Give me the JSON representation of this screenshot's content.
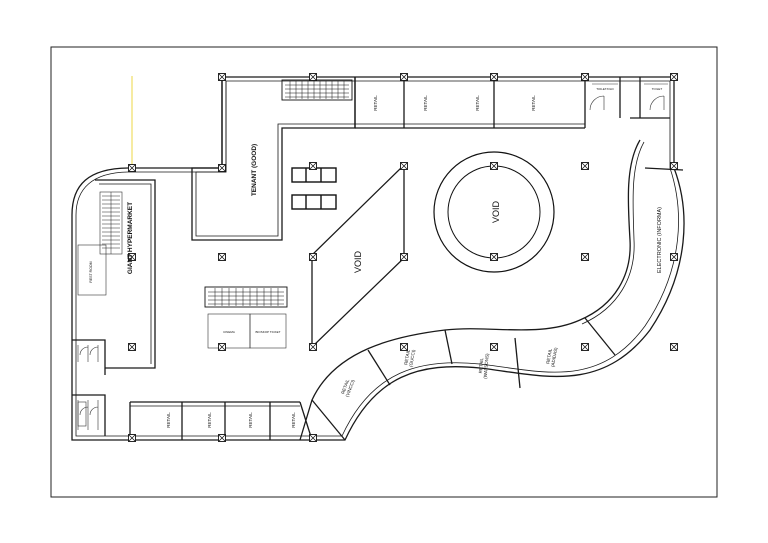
{
  "labels": {
    "tenant": "TENANT (GOOD)",
    "hypermarket": "GIANT HYPERMARKET",
    "rest_room": "REST ROOM",
    "void_center": "VOID",
    "void_left": "VOID",
    "electronic": "ELECTRONIC (INFORMA)",
    "top_retail_1": "RETAIL",
    "top_retail_2": "RETAIL",
    "top_retail_3": "RETAIL",
    "top_retail_4": "RETAIL",
    "toilet_1": "TOILET/OLD",
    "toilet_2": "TOILET",
    "bottom_retail_1": "RETAIL",
    "bottom_retail_2": "RETAIL",
    "bottom_retail_3": "RETAIL",
    "bottom_retail_4": "RETAIL",
    "retail_vincci": "RETAIL\n(VINCCI)",
    "retail_gucci": "RETAIL\n(GUCCI)",
    "retail_watsons": "RETAIL\n(WATSONS)",
    "retail_adidas": "RETAIL\n(ADIDAS)",
    "cinema": "CINEMA",
    "cinema_ticket": "BIOSKOP TICKET"
  },
  "colors": {
    "wall": "#1a1a1a",
    "guide_line": "#f2e27a",
    "background": "#ffffff"
  }
}
